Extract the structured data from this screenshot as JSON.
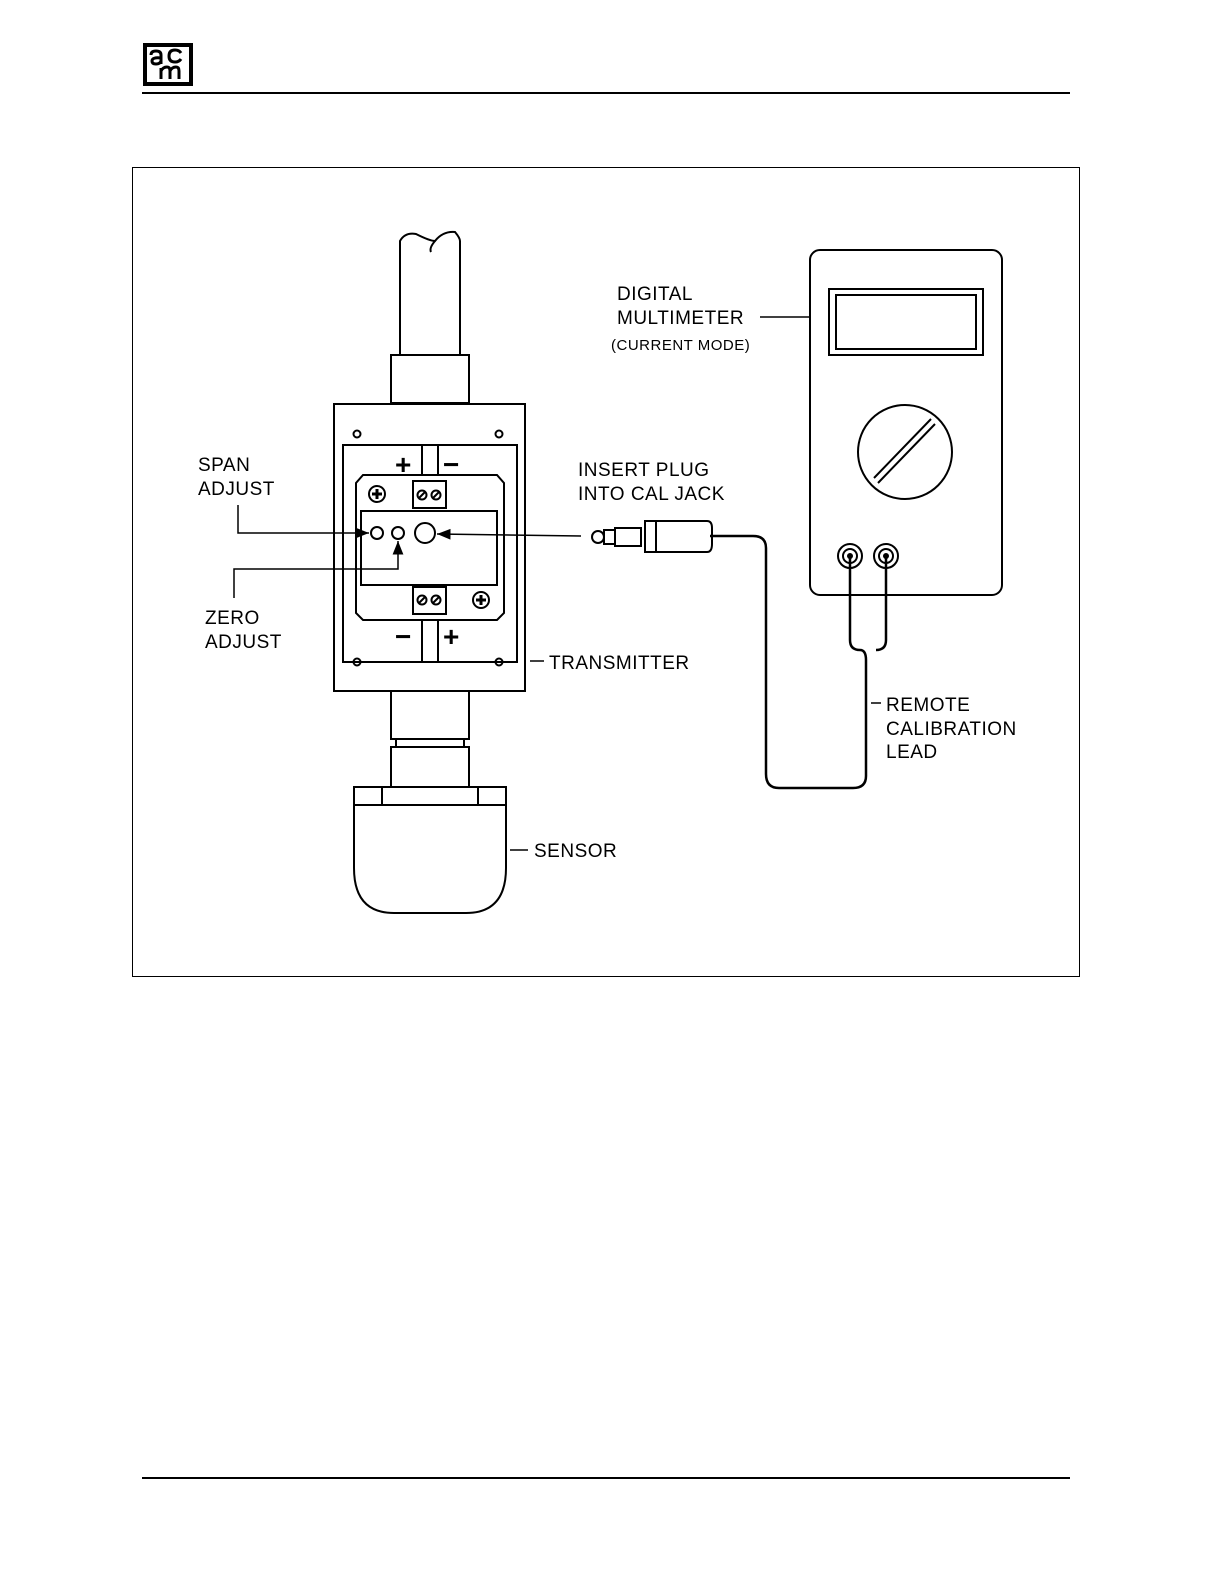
{
  "header": {
    "logo_text": "acm"
  },
  "diagram": {
    "labels": {
      "digital_multimeter_line1": "DIGITAL",
      "digital_multimeter_line2": "MULTIMETER",
      "current_mode": "(CURRENT MODE)",
      "span_adjust_line1": "SPAN",
      "span_adjust_line2": "ADJUST",
      "insert_plug_line1": "INSERT PLUG",
      "insert_plug_line2": "INTO CAL JACK",
      "zero_adjust_line1": "ZERO",
      "zero_adjust_line2": "ADJUST",
      "transmitter": "TRANSMITTER",
      "remote_cal_line1": "REMOTE",
      "remote_cal_line2": "CALIBRATION",
      "remote_cal_line3": "LEAD",
      "sensor": "SENSOR"
    },
    "polarity": {
      "plus": "+",
      "minus": "−"
    }
  }
}
